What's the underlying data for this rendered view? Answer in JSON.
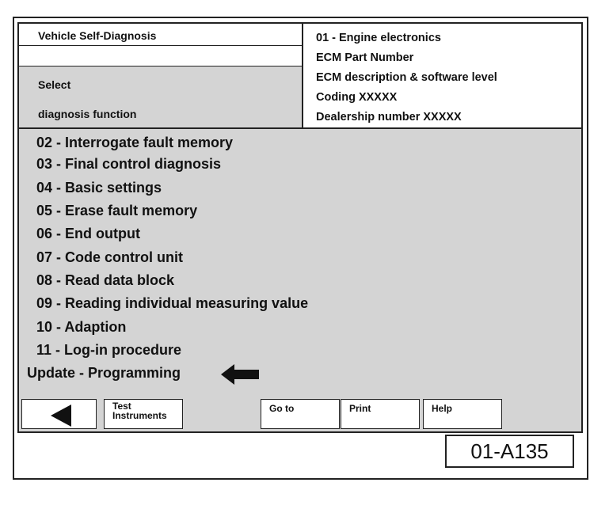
{
  "header": {
    "title": "Vehicle Self-Diagnosis",
    "select_line1": "Select",
    "select_line2": "diagnosis function",
    "info": [
      "01 - Engine electronics",
      "ECM Part Number",
      "ECM description & software level",
      "Coding XXXXX",
      "Dealership number XXXXX"
    ]
  },
  "menu": {
    "items": [
      "02 - Interrogate fault memory",
      "03 - Final control diagnosis",
      "04 - Basic settings",
      "05 - Erase fault memory",
      "06 - End output",
      "07 - Code control unit",
      "08 - Read data block",
      "09 - Reading individual measuring value",
      "10 - Adaption",
      "11 - Log-in procedure"
    ],
    "update": "Update - Programming"
  },
  "buttons": {
    "back": "back-arrow-icon",
    "test_instruments_line1": "Test",
    "test_instruments_line2": "Instruments",
    "goto": "Go to",
    "print": "Print",
    "help": "Help"
  },
  "figure_code": "01-A135"
}
